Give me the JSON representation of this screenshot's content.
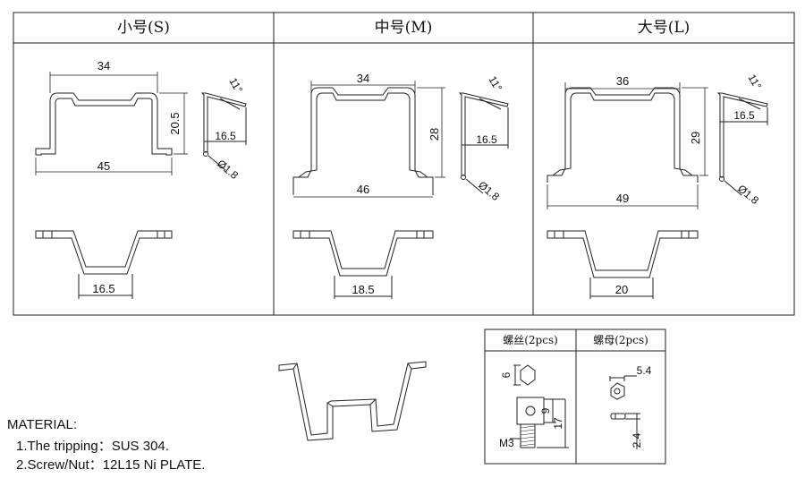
{
  "sizes": [
    {
      "title": "小号(S)",
      "top_width": "34",
      "height": "20.5",
      "side_width": "16.5",
      "angle": "11°",
      "diameter": "Ø1.8",
      "base_width": "45",
      "bottom_width": "16.5"
    },
    {
      "title": "中号(M)",
      "top_width": "34",
      "height": "28",
      "side_width": "16.5",
      "angle": "11°",
      "diameter": "Ø1.8",
      "base_width": "46",
      "bottom_width": "18.5"
    },
    {
      "title": "大号(L)",
      "top_width": "36",
      "height": "29",
      "side_width": "16.5",
      "angle": "11°",
      "diameter": "Ø1.8",
      "base_width": "49",
      "bottom_width": "20"
    }
  ],
  "hardware": {
    "screw": {
      "title": "螺丝(2pcs)",
      "hex_size": "6",
      "head_length": "9",
      "total_length": "17",
      "thread": "M3"
    },
    "nut": {
      "title": "螺母(2pcs)",
      "width": "5.4",
      "thickness": "2.4"
    }
  },
  "material": {
    "heading": "MATERIAL:",
    "lines": [
      "1.The tripping：SUS 304.",
      "2.Screw/Nut：12L15 Ni PLATE."
    ]
  }
}
